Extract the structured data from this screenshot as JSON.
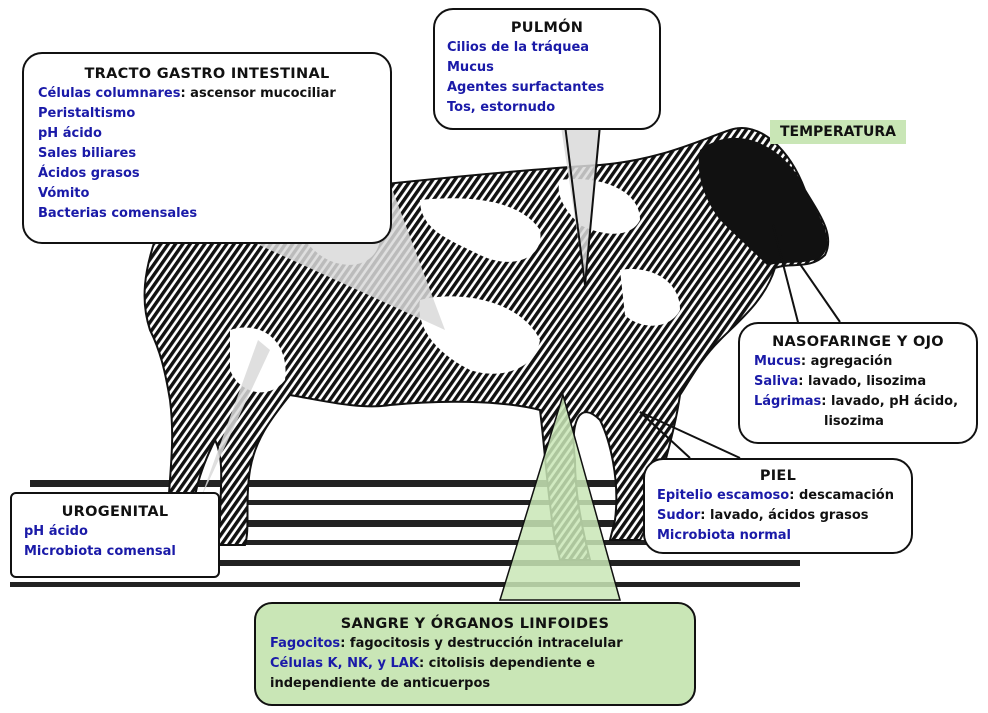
{
  "boxes": {
    "gastro": {
      "title": "TRACTO GASTRO INTESTINAL",
      "lines": [
        {
          "key": "Células columnares",
          "rest": ": ascensor mucociliar"
        },
        {
          "key": "Peristaltismo",
          "rest": ""
        },
        {
          "key": "pH ácido",
          "rest": ""
        },
        {
          "key": "Sales biliares",
          "rest": ""
        },
        {
          "key": "Ácidos grasos",
          "rest": ""
        },
        {
          "key": "Vómito",
          "rest": ""
        },
        {
          "key": "Bacterias comensales",
          "rest": ""
        }
      ]
    },
    "pulmon": {
      "title": "PULMÓN",
      "lines": [
        "Cilios de la tráquea",
        "Mucus",
        "Agentes surfactantes",
        "Tos, estornudo"
      ]
    },
    "temperatura": "TEMPERATURA",
    "nasofaringe": {
      "title": "NASOFARINGE Y OJO",
      "lines": [
        {
          "key": "Mucus",
          "rest": ": agregación"
        },
        {
          "key": "Saliva",
          "rest": ": lavado, lisozima"
        },
        {
          "key": "Lágrimas",
          "rest": ": lavado, pH ácido,"
        },
        {
          "key": "",
          "rest": "lisozima"
        }
      ]
    },
    "piel": {
      "title": "PIEL",
      "lines": [
        {
          "key": "Epitelio escamoso",
          "rest": ": descamación"
        },
        {
          "key": "Sudor",
          "rest": ": lavado, ácidos grasos"
        },
        {
          "key": "Microbiota normal",
          "rest": ""
        }
      ]
    },
    "urogenital": {
      "title": "UROGENITAL",
      "lines": [
        "pH ácido",
        "Microbiota comensal"
      ]
    },
    "sangre": {
      "title": "SANGRE Y ÓRGANOS LINFOIDES",
      "lines": [
        {
          "key": "Fagocitos",
          "rest": ": fagocitosis y destrucción intracelular"
        },
        {
          "key": "Células K, NK, y LAK",
          "rest": ": citolisis dependiente e"
        },
        {
          "key": "",
          "rest": "independiente de anticuerpos"
        }
      ]
    }
  },
  "colors": {
    "highlight_green": "#c9e6b6",
    "callout_grey": "#d9d9d9",
    "text_blue": "#1a1aa8",
    "cow_black": "#111111"
  }
}
